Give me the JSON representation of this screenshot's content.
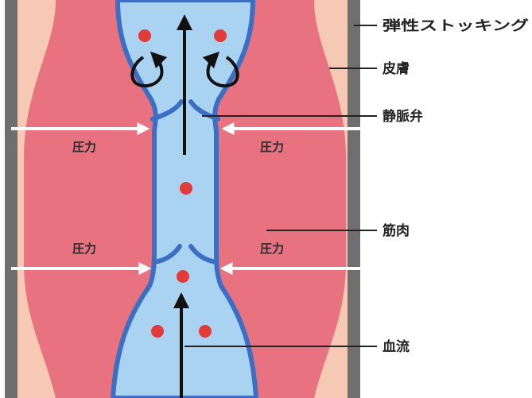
{
  "colors": {
    "skin": "#f6c9b4",
    "muscle": "#e8727f",
    "stocking": "#6e6e6e",
    "vein_wall": "#3a6fc4",
    "blood": "#a9d3f1",
    "blood_cell": "#e33a3a",
    "arrow_dark": "#111111",
    "arrow_white": "#ffffff",
    "leader": "#222222"
  },
  "labels": {
    "stocking": "弾性ストッキング",
    "skin": "皮膚",
    "valve": "静脈弁",
    "muscle": "筋肉",
    "blood_flow": "血流"
  },
  "pressure": {
    "upper_left": "圧力",
    "upper_right": "圧力",
    "lower_left": "圧力",
    "lower_right": "圧力"
  }
}
